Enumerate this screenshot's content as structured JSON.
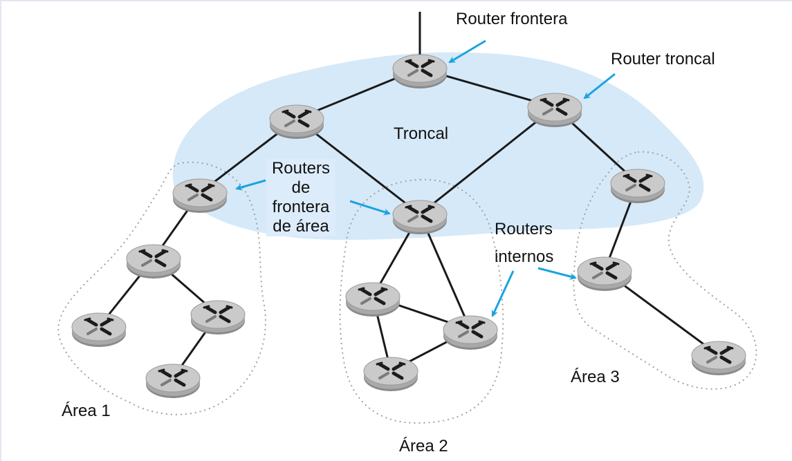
{
  "diagram": {
    "title": "OSPF hierarchical routing",
    "colors": {
      "backbone_fill": "#d6e9f8",
      "arrow": "#1aa3e0",
      "link": "#1a1a1a",
      "area_outline": "#a0a0a0",
      "router_top": "#c8c8c8",
      "router_side": "#8a8a8a",
      "router_mark": "#1c1c1c"
    },
    "labels": {
      "router_frontera": "Router frontera",
      "router_troncal": "Router troncal",
      "troncal": "Troncal",
      "routers_frontera_area": [
        "Routers",
        "de",
        "frontera",
        "de área"
      ],
      "routers_internos": [
        "Routers",
        "internos"
      ],
      "area1": "Área 1",
      "area2": "Área 2",
      "area3": "Área 3"
    },
    "routers": [
      {
        "id": "R1",
        "role": "boundary-router",
        "area": "backbone"
      },
      {
        "id": "R2",
        "role": "backbone-router",
        "area": "backbone"
      },
      {
        "id": "R3",
        "role": "backbone-router",
        "area": "backbone"
      },
      {
        "id": "R4",
        "role": "area-border-router",
        "area": "area1"
      },
      {
        "id": "R5",
        "role": "area-border-router",
        "area": "area2"
      },
      {
        "id": "R6",
        "role": "area-border-router",
        "area": "area3"
      },
      {
        "id": "R7",
        "role": "internal-router",
        "area": "area1"
      },
      {
        "id": "R8",
        "role": "internal-router",
        "area": "area1"
      },
      {
        "id": "R9",
        "role": "internal-router",
        "area": "area1"
      },
      {
        "id": "R10",
        "role": "internal-router",
        "area": "area1"
      },
      {
        "id": "R11",
        "role": "internal-router",
        "area": "area2"
      },
      {
        "id": "R12",
        "role": "internal-router",
        "area": "area2"
      },
      {
        "id": "R13",
        "role": "internal-router",
        "area": "area2"
      },
      {
        "id": "R14",
        "role": "internal-router",
        "area": "area3"
      },
      {
        "id": "R15",
        "role": "internal-router",
        "area": "area3"
      }
    ],
    "links": [
      [
        "UP",
        "R1"
      ],
      [
        "R1",
        "R2"
      ],
      [
        "R1",
        "R3"
      ],
      [
        "R2",
        "R4"
      ],
      [
        "R2",
        "R5"
      ],
      [
        "R3",
        "R5"
      ],
      [
        "R3",
        "R6"
      ],
      [
        "R4",
        "R7"
      ],
      [
        "R7",
        "R8"
      ],
      [
        "R7",
        "R9"
      ],
      [
        "R9",
        "R10"
      ],
      [
        "R5",
        "R11"
      ],
      [
        "R5",
        "R12"
      ],
      [
        "R11",
        "R12"
      ],
      [
        "R11",
        "R13"
      ],
      [
        "R13",
        "R12"
      ],
      [
        "R6",
        "R14"
      ],
      [
        "R14",
        "R15"
      ]
    ]
  }
}
